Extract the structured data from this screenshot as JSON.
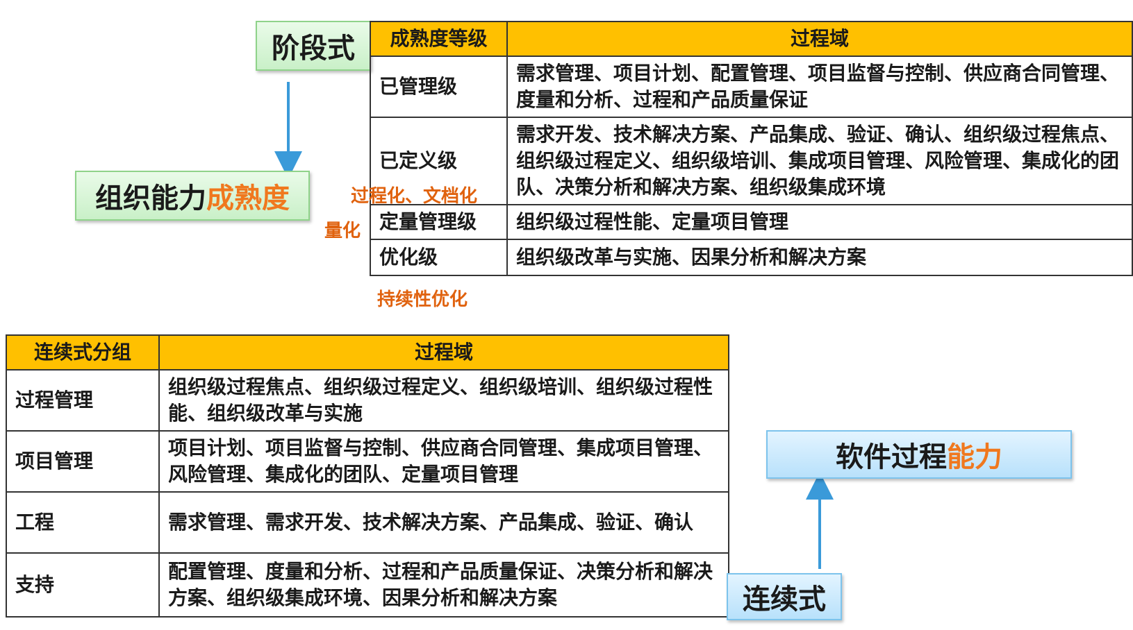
{
  "staged_label": "阶段式",
  "org_maturity": {
    "part1": "组织能力",
    "part2": "成熟度"
  },
  "staged_table": {
    "headers": [
      "成熟度等级",
      "过程域"
    ],
    "rows": [
      {
        "level": "已管理级",
        "areas": "需求管理、项目计划、配置管理、项目监督与控制、供应商合同管理、度量和分析、过程和产品质量保证"
      },
      {
        "level": "已定义级",
        "areas": "需求开发、技术解决方案、产品集成、验证、确认、组织级过程焦点、组织级过程定义、组织级培训、集成项目管理、风险管理、集成化的团队、决策分析和解决方案、组织级集成环境"
      },
      {
        "level": "定量管理级",
        "areas": "组织级过程性能、定量项目管理"
      },
      {
        "level": "优化级",
        "areas": "组织级改革与实施、因果分析和解决方案"
      }
    ]
  },
  "annotations": {
    "defined": "过程化、文档化",
    "quantitative": "量化",
    "optimizing": "持续性优化"
  },
  "continuous_table": {
    "headers": [
      "连续式分组",
      "过程域"
    ],
    "rows": [
      {
        "group": "过程管理",
        "areas": "组织级过程焦点、组织级过程定义、组织级培训、组织级过程性能、组织级改革与实施"
      },
      {
        "group": "项目管理",
        "areas": "项目计划、项目监督与控制、供应商合同管理、集成项目管理、风险管理、集成化的团队、定量项目管理"
      },
      {
        "group": "工程",
        "areas": "需求管理、需求开发、技术解决方案、产品集成、验证、确认"
      },
      {
        "group": "支持",
        "areas": "配置管理、度量和分析、过程和产品质量保证、决策分析和解决方案、组织级集成环境、因果分析和解决方案"
      }
    ]
  },
  "software_capability": {
    "part1": "软件过程",
    "part2": "能力"
  },
  "continuous_label": "连续式",
  "colors": {
    "header": "#ffc000",
    "accent": "#f0781e",
    "arrow": "#3a9ad9"
  }
}
